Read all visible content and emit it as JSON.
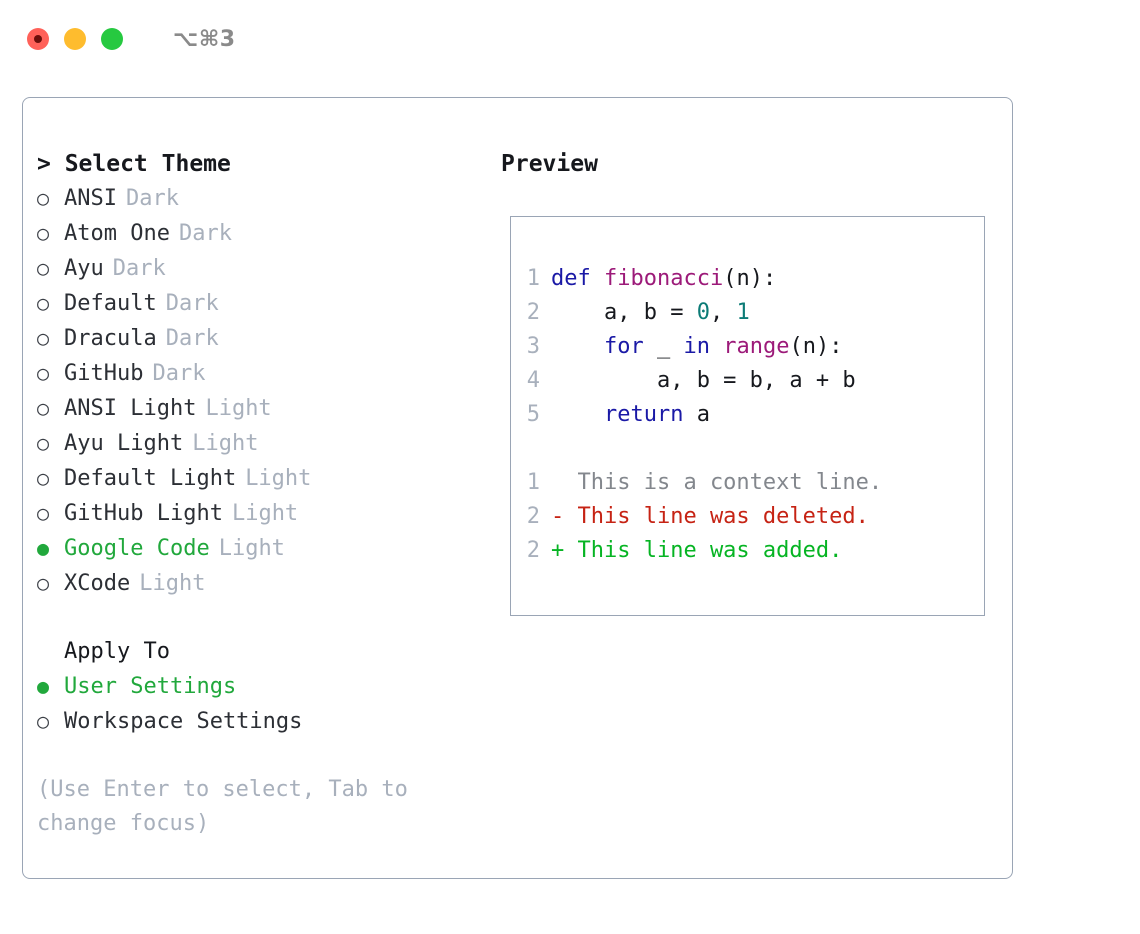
{
  "window": {
    "title": "⌥⌘3",
    "controls": [
      {
        "name": "close",
        "color": "#ff6159"
      },
      {
        "name": "minimize",
        "color": "#febc2e"
      },
      {
        "name": "zoom",
        "color": "#26c940"
      }
    ]
  },
  "theme_picker": {
    "heading": "> Select Theme",
    "options": [
      {
        "marker": "○",
        "label": "ANSI",
        "variant": "Dark",
        "selected": false
      },
      {
        "marker": "○",
        "label": "Atom One",
        "variant": "Dark",
        "selected": false
      },
      {
        "marker": "○",
        "label": "Ayu",
        "variant": "Dark",
        "selected": false
      },
      {
        "marker": "○",
        "label": "Default",
        "variant": "Dark",
        "selected": false
      },
      {
        "marker": "○",
        "label": "Dracula",
        "variant": "Dark",
        "selected": false
      },
      {
        "marker": "○",
        "label": "GitHub",
        "variant": "Dark",
        "selected": false
      },
      {
        "marker": "○",
        "label": "ANSI Light",
        "variant": "Light",
        "selected": false
      },
      {
        "marker": "○",
        "label": "Ayu Light",
        "variant": "Light",
        "selected": false
      },
      {
        "marker": "○",
        "label": "Default Light",
        "variant": "Light",
        "selected": false
      },
      {
        "marker": "○",
        "label": "GitHub Light",
        "variant": "Light",
        "selected": false
      },
      {
        "marker": "●",
        "label": "Google Code",
        "variant": "Light",
        "selected": true
      },
      {
        "marker": "○",
        "label": "XCode",
        "variant": "Light",
        "selected": false
      }
    ]
  },
  "apply_to": {
    "heading": "Apply To",
    "options": [
      {
        "marker": "●",
        "label": "User Settings",
        "selected": true
      },
      {
        "marker": "○",
        "label": "Workspace Settings",
        "selected": false
      }
    ]
  },
  "hint": "(Use Enter to select, Tab to change focus)",
  "preview": {
    "heading": "Preview",
    "code_lines": [
      {
        "no": "1",
        "tokens": [
          {
            "t": "def ",
            "c": "kw"
          },
          {
            "t": "fibonacci",
            "c": "fn"
          },
          {
            "t": "(n):",
            "c": "plain"
          }
        ]
      },
      {
        "no": "2",
        "tokens": [
          {
            "t": "    a, b = ",
            "c": "plain"
          },
          {
            "t": "0",
            "c": "num"
          },
          {
            "t": ", ",
            "c": "plain"
          },
          {
            "t": "1",
            "c": "num"
          }
        ]
      },
      {
        "no": "3",
        "tokens": [
          {
            "t": "    ",
            "c": "plain"
          },
          {
            "t": "for",
            "c": "kw"
          },
          {
            "t": " _ ",
            "c": "plain"
          },
          {
            "t": "in",
            "c": "kw"
          },
          {
            "t": " ",
            "c": "plain"
          },
          {
            "t": "range",
            "c": "fn"
          },
          {
            "t": "(n):",
            "c": "plain"
          }
        ]
      },
      {
        "no": "4",
        "tokens": [
          {
            "t": "        a, b = b, a + b",
            "c": "plain"
          }
        ]
      },
      {
        "no": "5",
        "tokens": [
          {
            "t": "    ",
            "c": "plain"
          },
          {
            "t": "return",
            "c": "kw"
          },
          {
            "t": " a",
            "c": "plain"
          }
        ]
      }
    ],
    "diff_lines": [
      {
        "no": "1",
        "text": "  This is a context line.",
        "kind": "ctx"
      },
      {
        "no": "2",
        "text": "- This line was deleted.",
        "kind": "del"
      },
      {
        "no": "2",
        "text": "+ This line was added.",
        "kind": "add"
      }
    ]
  },
  "colors": {
    "accent_green": "#21a83c",
    "muted": "#a8b0bc",
    "border": "#9aa5b5",
    "keyword": "#1a19a6",
    "function": "#9c1a79",
    "number": "#0c7b76",
    "diff_delete": "#c62314",
    "diff_add": "#06b423"
  }
}
